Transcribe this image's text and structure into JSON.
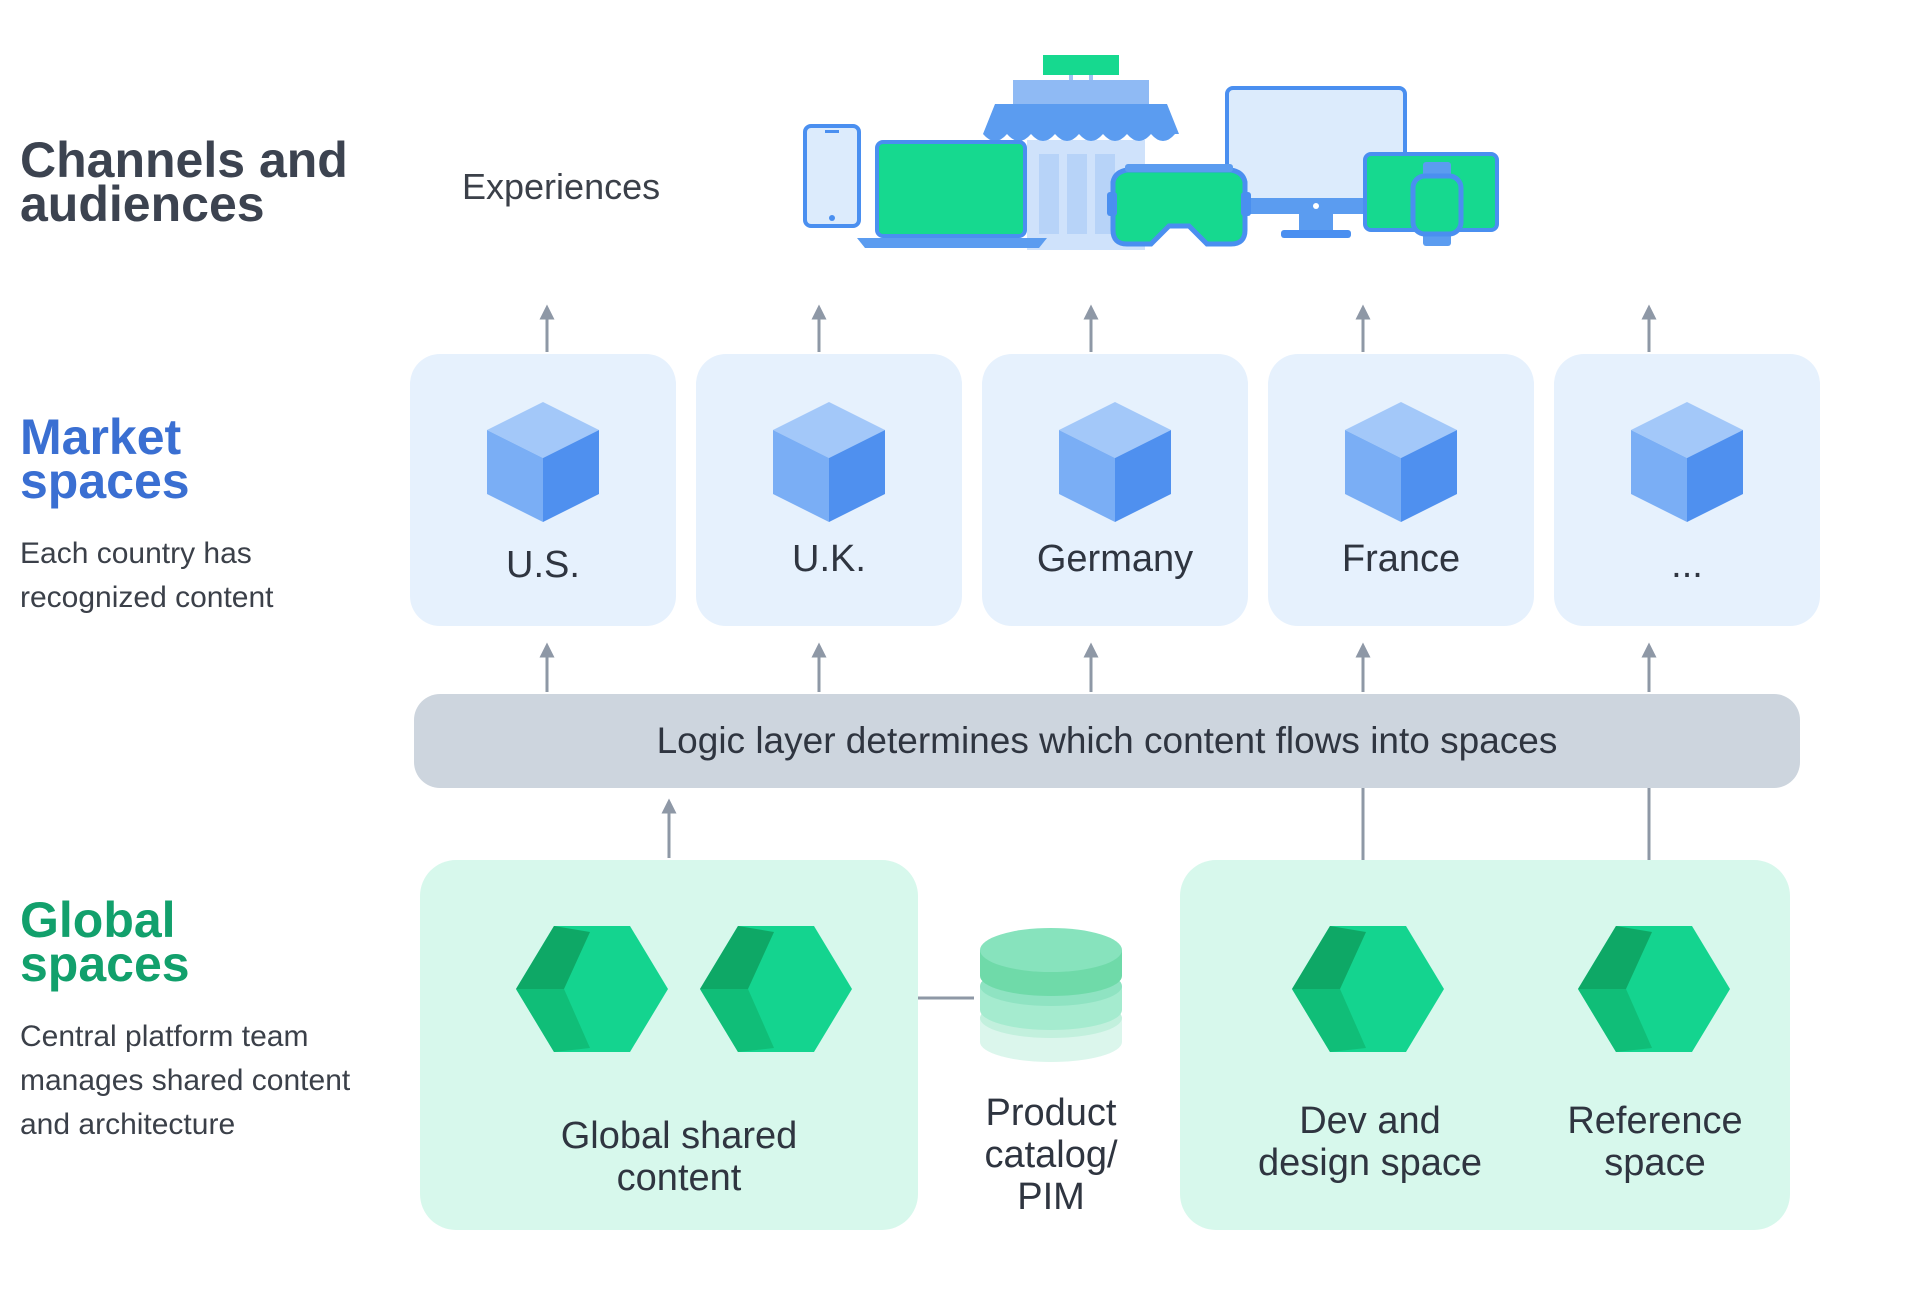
{
  "channels": {
    "heading": [
      "Channels and",
      "audiences"
    ],
    "experiences_label": "Experiences",
    "devices": [
      "phone-icon",
      "laptop-icon",
      "storefront-icon",
      "vr-headset-icon",
      "desktop-monitor-icon",
      "tablet-icon",
      "smartwatch-icon"
    ]
  },
  "market": {
    "heading": [
      "Market",
      "spaces"
    ],
    "description": [
      "Each country has",
      "recognized content"
    ],
    "spaces": [
      {
        "name": "U.S."
      },
      {
        "name": "U.K."
      },
      {
        "name": "Germany"
      },
      {
        "name": "France"
      },
      {
        "name": "..."
      }
    ]
  },
  "logic_layer": {
    "text": "Logic layer determines which content flows into spaces"
  },
  "global": {
    "heading": [
      "Global",
      "spaces"
    ],
    "description": [
      "Central platform team",
      "manages shared content",
      "and architecture"
    ],
    "shared_content": [
      "Global shared",
      "content"
    ],
    "product_catalog": [
      "Product",
      "catalog/",
      "PIM"
    ],
    "dev_design": [
      "Dev and",
      "design space"
    ],
    "reference": [
      "Reference",
      "space"
    ]
  },
  "colors": {
    "market_heading": "#3a6fd2",
    "global_heading": "#12a06c",
    "market_card": "#e6f1fd",
    "global_box": "#d7f8ec",
    "logic_bar": "#cdd5de",
    "arrow": "#8e98a6"
  }
}
